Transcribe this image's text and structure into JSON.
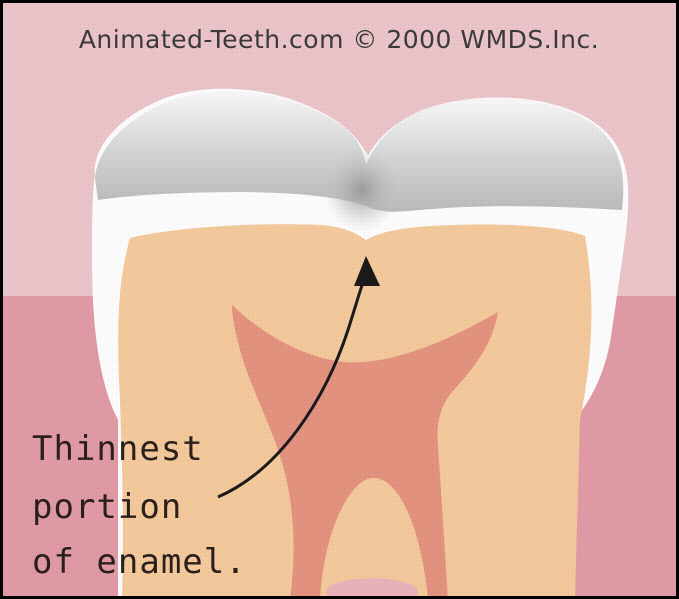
{
  "credit": "Animated-Teeth.com © 2000 WMDS.Inc.",
  "annotation": {
    "lines": [
      "Thinnest",
      "portion",
      "of enamel."
    ]
  },
  "colors": {
    "background_upper": "#e9c3c8",
    "gum": "#df99a4",
    "enamel_white": "#fbfbfb",
    "enamel_gray": "#c4c4c4",
    "dentin": "#f2c79a",
    "pulp": "#e2917f",
    "border": "#000000",
    "arrow": "#1a1a1a"
  }
}
